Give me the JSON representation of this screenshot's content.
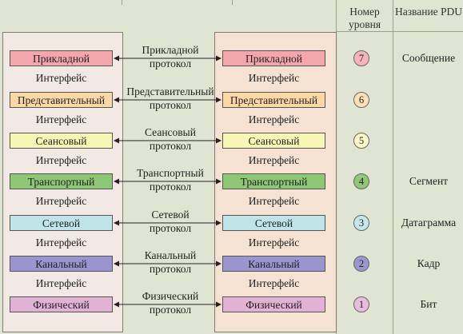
{
  "header": {
    "level_number": "Номер уровня",
    "pdu_name": "Название PDU"
  },
  "layers": [
    {
      "name": "Прикладной",
      "protocol": "Прикладной протокол",
      "number": "7",
      "pdu": "Сообщение",
      "color": "#f4a6ad",
      "circle": "#f6b3b9"
    },
    {
      "name": "Представительный",
      "protocol": "Представительный протокол",
      "number": "6",
      "pdu": "",
      "color": "#fcd8a6",
      "circle": "#fde0b8"
    },
    {
      "name": "Сеансовый",
      "protocol": "Сеансовый протокол",
      "number": "5",
      "pdu": "",
      "color": "#f8f6b4",
      "circle": "#fbf8c8"
    },
    {
      "name": "Транспортный",
      "protocol": "Транспортный протокол",
      "number": "4",
      "pdu": "Сегмент",
      "color": "#8ec776",
      "circle": "#90c878"
    },
    {
      "name": "Сетевой",
      "protocol": "Сетевой протокол",
      "number": "3",
      "pdu": "Датаграмма",
      "color": "#bfe4ea",
      "circle": "#c6e6ee"
    },
    {
      "name": "Канальный",
      "protocol": "Канальный протокол",
      "number": "2",
      "pdu": "Кадр",
      "color": "#9a94cf",
      "circle": "#9c96d0"
    },
    {
      "name": "Физический",
      "protocol": "Физический протокол",
      "number": "1",
      "pdu": "Бит",
      "color": "#e2b2d6",
      "circle": "#e6bddd"
    }
  ],
  "interface_label": "Интерфейс"
}
